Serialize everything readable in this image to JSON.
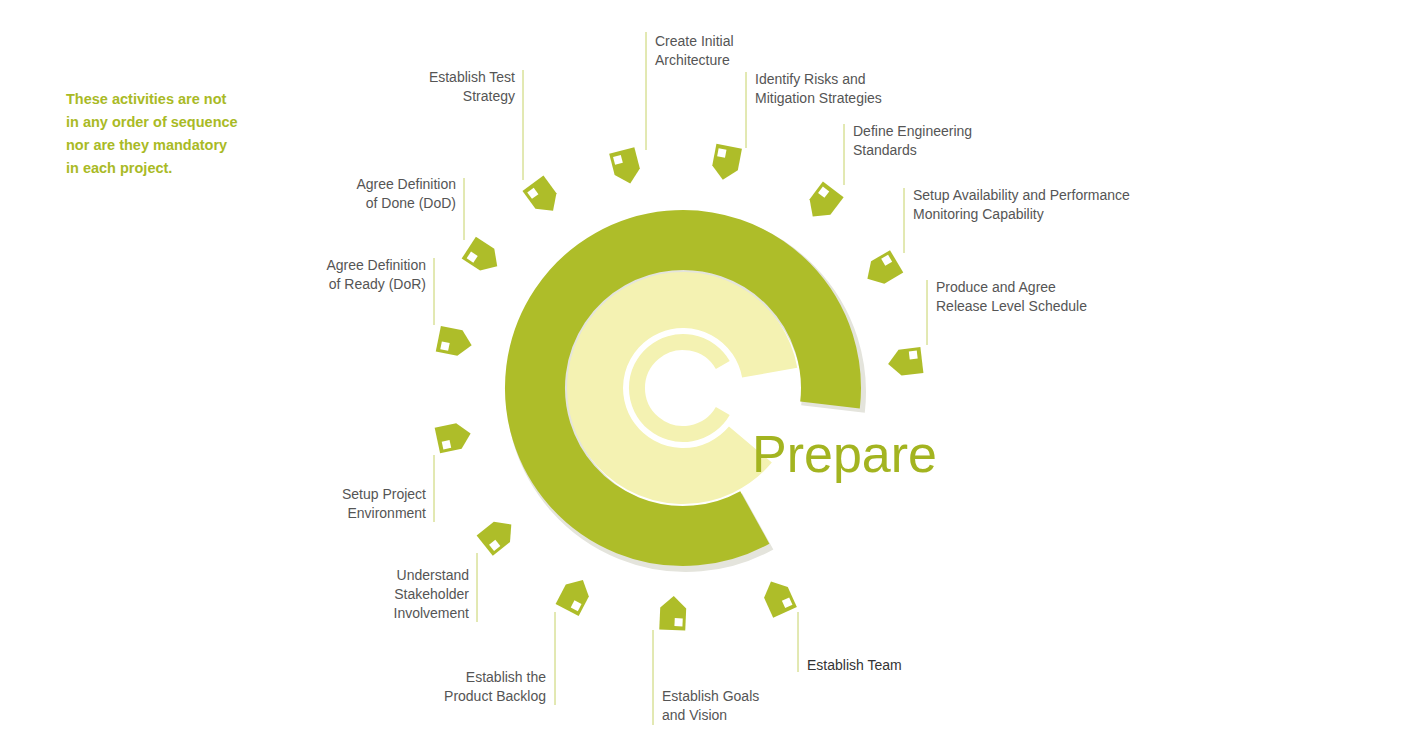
{
  "diagram": {
    "labels": [
      "These activities are not in any order of sequence nor are they mandatory in each project.",
      "Create Initial Architecture",
      "Identify Risks and Mitigation Strategies",
      "Define Engineering Standards",
      "Setup Availability and Performance Monitoring Capability",
      "Produce and Agree Release Level Schedule",
      "Establish Team",
      "Establish Goals and Vision",
      "Establish the Product Backlog",
      "Understand Stakeholder Involvement",
      "Setup Project Environment",
      "Agree Definition of Ready (DoR)",
      "Agree Definition of Done (DoD)",
      "Establish Test Strategy",
      "Prepare"
    ]
  }
}
